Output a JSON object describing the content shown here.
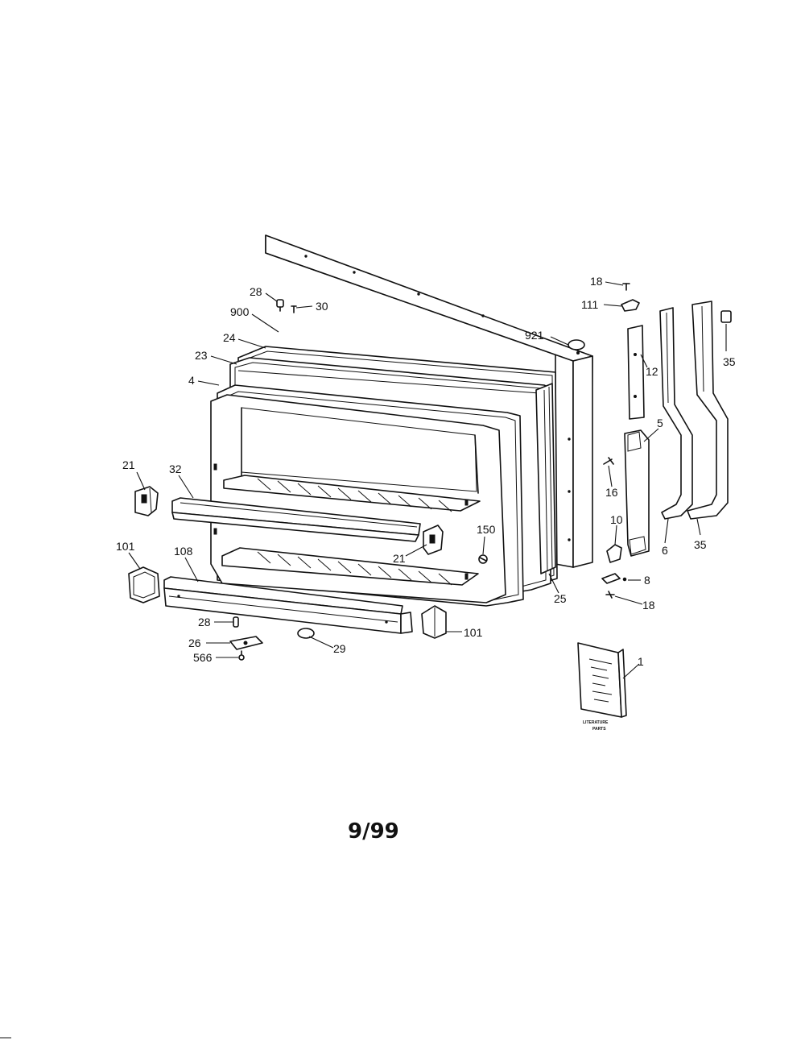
{
  "callouts": {
    "c28_top": "28",
    "c30": "30",
    "c900": "900",
    "c24": "24",
    "c23": "23",
    "c4": "4",
    "c921": "921",
    "c18_top": "18",
    "c111": "111",
    "c12": "12",
    "c35_top": "35",
    "c21_left": "21",
    "c32": "32",
    "c101_left": "101",
    "c108": "108",
    "c21_mid": "21",
    "c150": "150",
    "c5": "5",
    "c16": "16",
    "c10": "10",
    "c6": "6",
    "c35_bot": "35",
    "c8": "8",
    "c18_bot": "18",
    "c25": "25",
    "c28_bot": "28",
    "c26": "26",
    "c566": "566",
    "c29": "29",
    "c101_bot": "101",
    "c1": "1"
  },
  "literature": {
    "line1": "LITERATURE",
    "line2": "PARTS"
  },
  "date_code": "9/99"
}
